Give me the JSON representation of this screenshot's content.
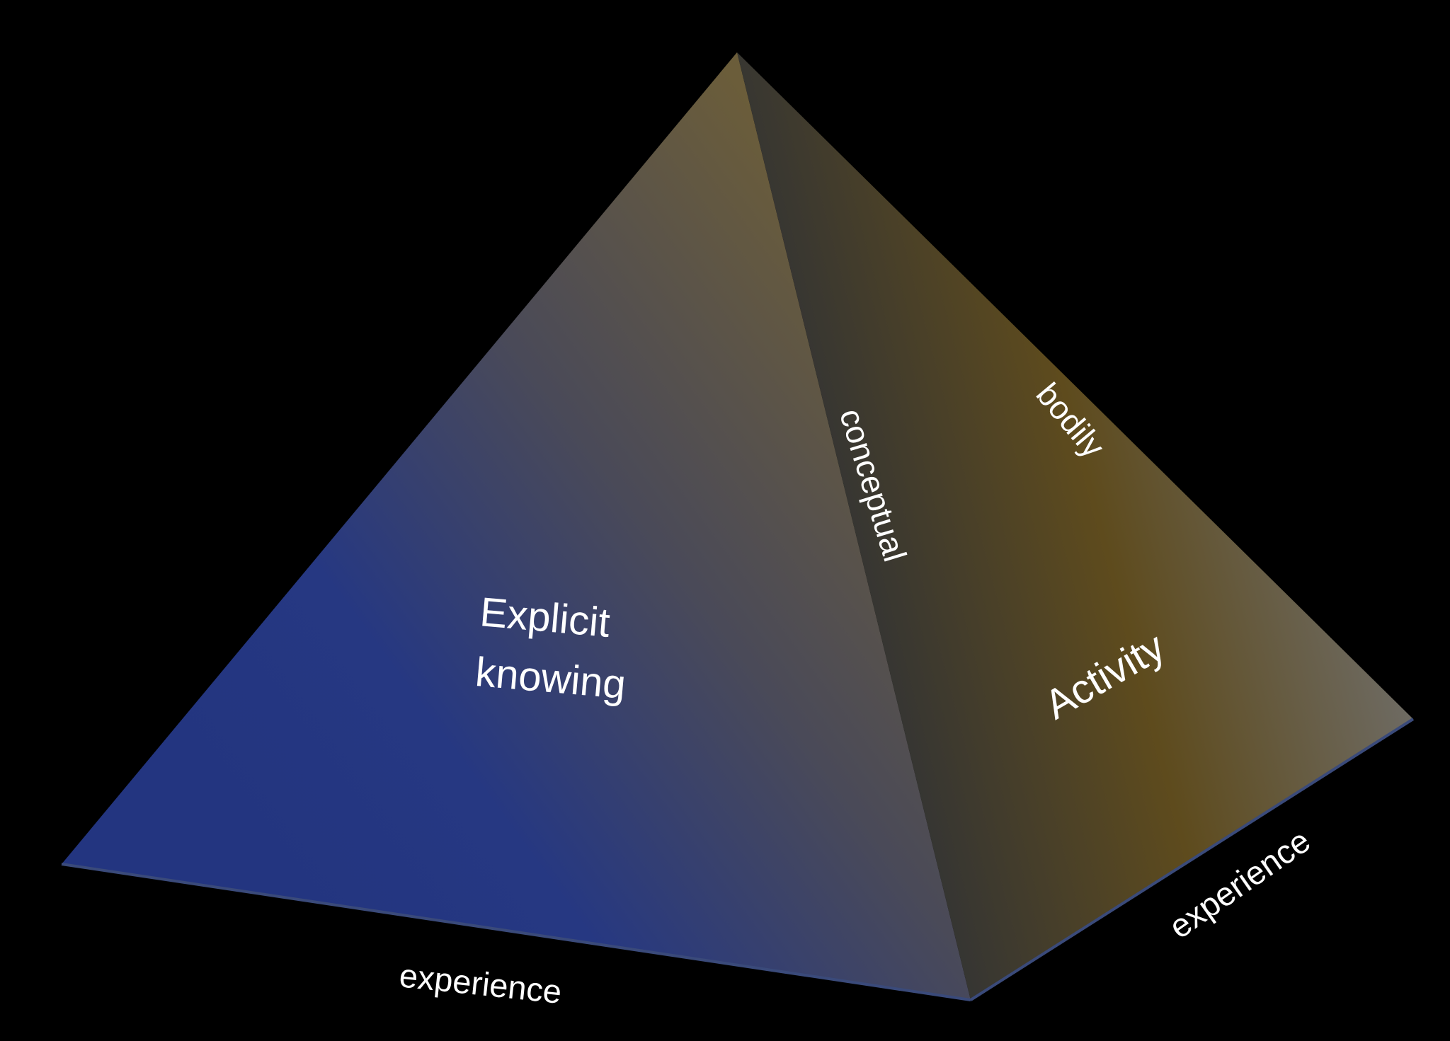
{
  "diagram": {
    "left_face_label_line1": "Explicit",
    "left_face_label_line2": "knowing",
    "right_face_label": "Activity",
    "central_edge_label": "conceptual",
    "right_edge_label": "bodily",
    "bottom_left_base_label": "experience",
    "bottom_right_base_label": "experience"
  },
  "colors": {
    "background": "#000000",
    "left_face_blue": "#233580",
    "left_face_gray": "#4e4e55",
    "apex_brown": "#6b5d3a",
    "right_face_dark": "#353533",
    "right_face_brown": "#5e4b1d",
    "right_face_gray": "#707070"
  }
}
